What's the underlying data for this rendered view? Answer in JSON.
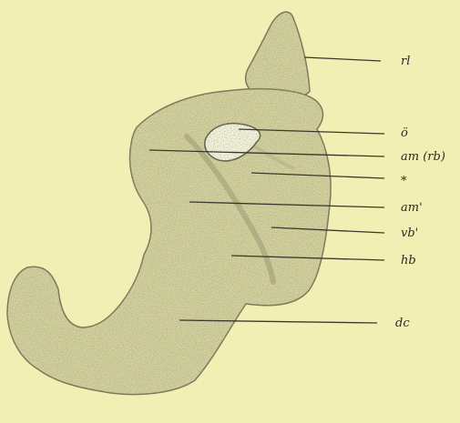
{
  "figure": {
    "labels": [
      {
        "id": "rl",
        "text": "rl"
      },
      {
        "id": "o",
        "text": "ö"
      },
      {
        "id": "am_rb",
        "text": "am (rb)"
      },
      {
        "id": "star",
        "text": "*"
      },
      {
        "id": "am_prime",
        "text": "am'"
      },
      {
        "id": "vb_prime",
        "text": "vb'"
      },
      {
        "id": "hb",
        "text": "hb"
      },
      {
        "id": "dc",
        "text": "dc"
      }
    ],
    "colors": {
      "background": "#f2efb4",
      "specimen_fill": "#d6d49e",
      "specimen_shade": "#b9b683",
      "outline": "#7a7658"
    }
  }
}
